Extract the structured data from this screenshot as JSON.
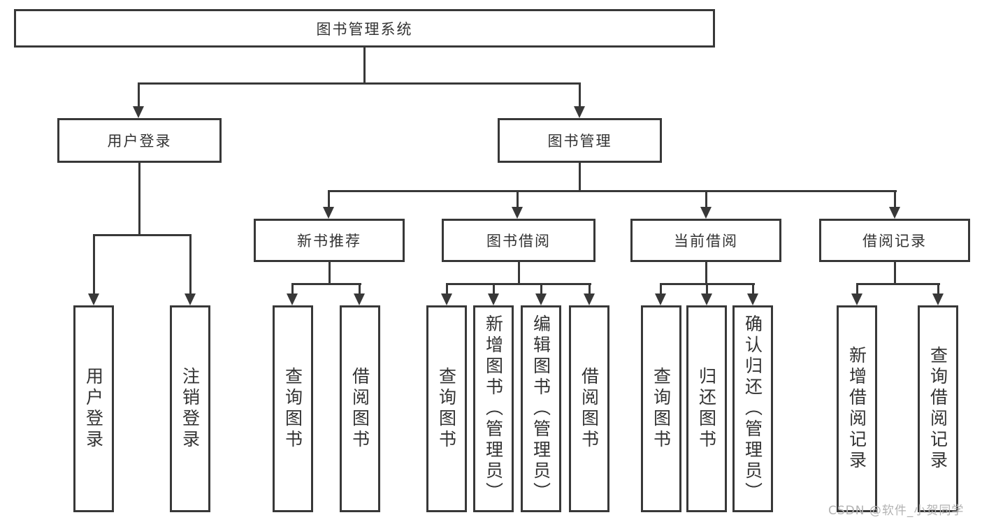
{
  "diagram": {
    "tree": {
      "label": "图书管理系统",
      "children": [
        {
          "label": "用户登录",
          "children": [
            {
              "label": "用户登录"
            },
            {
              "label": "注销登录"
            }
          ]
        },
        {
          "label": "图书管理",
          "children": [
            {
              "label": "新书推荐",
              "children": [
                {
                  "label": "查询图书"
                },
                {
                  "label": "借阅图书"
                }
              ]
            },
            {
              "label": "图书借阅",
              "children": [
                {
                  "label": "查询图书"
                },
                {
                  "label": "新增图书（管理员）"
                },
                {
                  "label": "编辑图书（管理员）"
                },
                {
                  "label": "借阅图书"
                }
              ]
            },
            {
              "label": "当前借阅",
              "children": [
                {
                  "label": "查询图书"
                },
                {
                  "label": "归还图书"
                },
                {
                  "label": "确认归还（管理员）"
                }
              ]
            },
            {
              "label": "借阅记录",
              "children": [
                {
                  "label": "新增借阅记录"
                },
                {
                  "label": "查询借阅记录"
                }
              ]
            }
          ]
        }
      ]
    },
    "watermark": "CSDN @软件_小贺同学",
    "colors": {
      "line": "#383838",
      "text": "#333333",
      "box_fill": "#ffffff",
      "watermark": "#b3b3b3"
    }
  }
}
